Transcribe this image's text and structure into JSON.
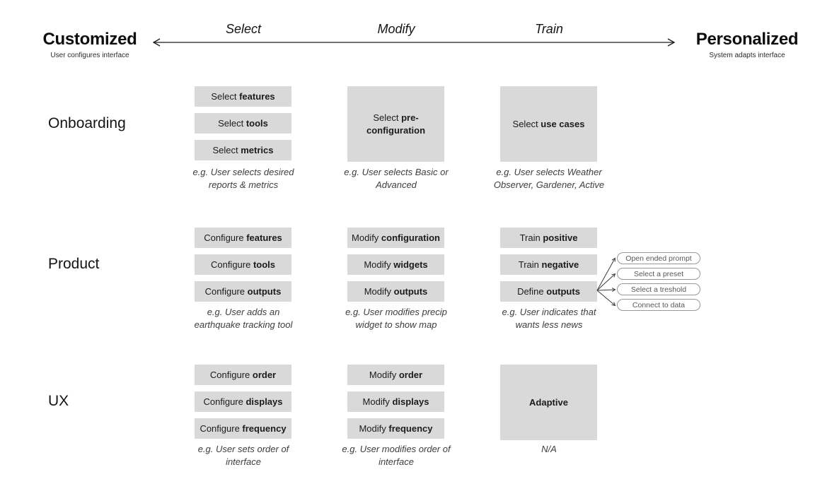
{
  "poles": {
    "left": {
      "title": "Customized",
      "subtitle": "User configures interface"
    },
    "right": {
      "title": "Personalized",
      "subtitle": "System adapts interface"
    }
  },
  "axis_columns": [
    {
      "label": "Select"
    },
    {
      "label": "Modify"
    },
    {
      "label": "Train"
    }
  ],
  "row_labels": [
    {
      "label": "Onboarding"
    },
    {
      "label": "Product"
    },
    {
      "label": "UX"
    }
  ],
  "cells": {
    "onboarding_select": {
      "boxes": [
        {
          "prefix": "Select ",
          "bold": "features"
        },
        {
          "prefix": "Select ",
          "bold": "tools"
        },
        {
          "prefix": "Select ",
          "bold": "metrics"
        }
      ],
      "example": "e.g. User selects desired reports & metrics"
    },
    "onboarding_modify": {
      "boxes": [
        {
          "prefix": "Select ",
          "bold": "pre-configuration"
        }
      ],
      "example": "e.g. User selects Basic or Advanced"
    },
    "onboarding_train": {
      "boxes": [
        {
          "prefix": "Select ",
          "bold": "use cases"
        }
      ],
      "example": "e.g. User selects Weather Observer, Gardener, Active"
    },
    "product_select": {
      "boxes": [
        {
          "prefix": "Configure ",
          "bold": "features"
        },
        {
          "prefix": "Configure ",
          "bold": "tools"
        },
        {
          "prefix": "Configure ",
          "bold": "outputs"
        }
      ],
      "example": "e.g. User adds an earthquake tracking tool"
    },
    "product_modify": {
      "boxes": [
        {
          "prefix": "Modify ",
          "bold": "configuration"
        },
        {
          "prefix": "Modify ",
          "bold": "widgets"
        },
        {
          "prefix": "Modify ",
          "bold": "outputs"
        }
      ],
      "example": "e.g. User modifies precip widget to show map"
    },
    "product_train": {
      "boxes": [
        {
          "prefix": "Train ",
          "bold": "positive"
        },
        {
          "prefix": "Train ",
          "bold": "negative"
        },
        {
          "prefix": "Define ",
          "bold": "outputs"
        }
      ],
      "example": "e.g. User indicates that wants less news"
    },
    "ux_select": {
      "boxes": [
        {
          "prefix": "Configure ",
          "bold": "order"
        },
        {
          "prefix": "Configure ",
          "bold": "displays"
        },
        {
          "prefix": "Configure ",
          "bold": "frequency"
        }
      ],
      "example": "e.g. User sets order of interface"
    },
    "ux_modify": {
      "boxes": [
        {
          "prefix": "Modify ",
          "bold": "order"
        },
        {
          "prefix": "Modify ",
          "bold": "displays"
        },
        {
          "prefix": "Modify ",
          "bold": "frequency"
        }
      ],
      "example": "e.g. User modifies order of interface"
    },
    "ux_train": {
      "boxes": [
        {
          "prefix": "",
          "bold": "Adaptive"
        }
      ],
      "example": "N/A"
    }
  },
  "callouts": [
    {
      "label": "Open ended prompt"
    },
    {
      "label": "Select a preset"
    },
    {
      "label": "Select a treshold"
    },
    {
      "label": "Connect to data"
    }
  ],
  "colors": {
    "box_fill": "#d9d9d9",
    "example_text": "#3d3d3d",
    "callout_border": "#98989a",
    "callout_text": "#58585a",
    "arrow": "#1a1a1a"
  }
}
